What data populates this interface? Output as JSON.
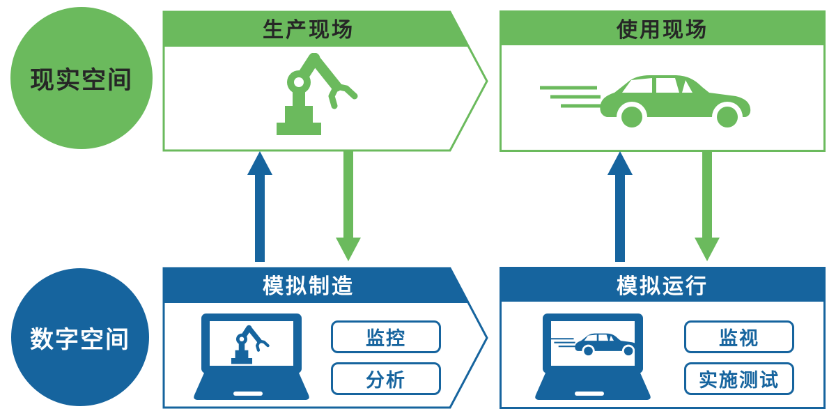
{
  "colors": {
    "green": "#6bba5d",
    "blue": "#16649e",
    "dark_text": "#262626",
    "white": "#ffffff"
  },
  "circles": {
    "real_space": {
      "label": "现实空间"
    },
    "digital_space": {
      "label": "数字空间"
    }
  },
  "boxes": {
    "production": {
      "title": "生产现场",
      "icon": "robot-arm-icon"
    },
    "usage": {
      "title": "使用现场",
      "icon": "car-icon"
    },
    "manufacturing": {
      "title": "模拟制造",
      "icon": "laptop-robot-icon",
      "buttons": [
        "监控",
        "分析"
      ]
    },
    "operation": {
      "title": "模拟运行",
      "icon": "laptop-car-icon",
      "buttons": [
        "监视",
        "实施测试"
      ]
    }
  },
  "arrows": {
    "up_icon": "up-arrow-icon",
    "up_color": "#16649e",
    "down_icon": "down-arrow-icon",
    "down_color": "#6bba5d"
  }
}
